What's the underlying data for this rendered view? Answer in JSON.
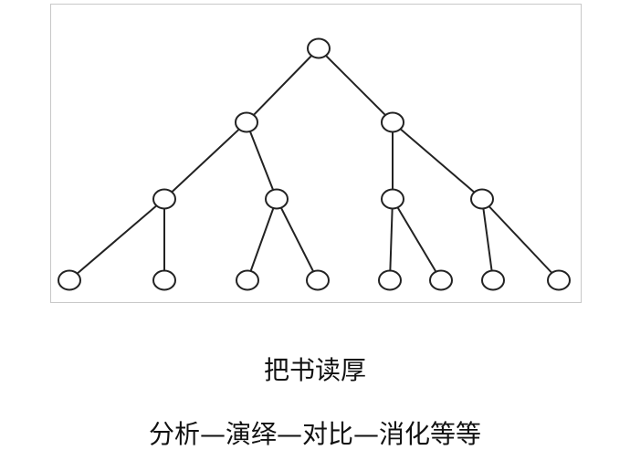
{
  "diagram": {
    "type": "tree",
    "branching": "binary",
    "levels": 4,
    "node_shape": "ellipse",
    "line_color": "#222222",
    "node_fill": "#ffffff",
    "frame_border_color": "#c8c8c8",
    "nodes": [
      {
        "id": "root",
        "level": 0,
        "parent": null
      },
      {
        "id": "L1-a",
        "level": 1,
        "parent": "root"
      },
      {
        "id": "L1-b",
        "level": 1,
        "parent": "root"
      },
      {
        "id": "L2-a",
        "level": 2,
        "parent": "L1-a"
      },
      {
        "id": "L2-b",
        "level": 2,
        "parent": "L1-a"
      },
      {
        "id": "L2-c",
        "level": 2,
        "parent": "L1-b"
      },
      {
        "id": "L2-d",
        "level": 2,
        "parent": "L1-b"
      },
      {
        "id": "L3-a",
        "level": 3,
        "parent": "L2-a"
      },
      {
        "id": "L3-b",
        "level": 3,
        "parent": "L2-a"
      },
      {
        "id": "L3-c",
        "level": 3,
        "parent": "L2-b"
      },
      {
        "id": "L3-d",
        "level": 3,
        "parent": "L2-b"
      },
      {
        "id": "L3-e",
        "level": 3,
        "parent": "L2-c"
      },
      {
        "id": "L3-f",
        "level": 3,
        "parent": "L2-c"
      },
      {
        "id": "L3-g",
        "level": 3,
        "parent": "L2-d"
      },
      {
        "id": "L3-h",
        "level": 3,
        "parent": "L2-d"
      }
    ]
  },
  "caption": {
    "title": "把书读厚",
    "subtitle": "分析—演绎—对比—消化等等"
  }
}
